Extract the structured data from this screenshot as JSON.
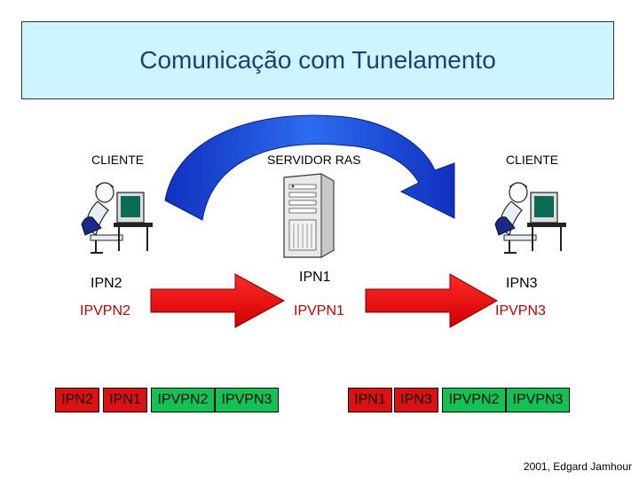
{
  "title": "Comunicação com Tunelamento",
  "nodes": {
    "left": {
      "label": "CLIENTE",
      "ip": "IPN2",
      "vpn_ip": "IPVPN2"
    },
    "center": {
      "label": "SERVIDOR RAS",
      "ip": "IPN1",
      "vpn_ip": "IPVPN1"
    },
    "right": {
      "label": "CLIENTE",
      "ip": "IPN3",
      "vpn_ip": "IPVPN3"
    }
  },
  "packets": {
    "left": [
      "IPN2",
      "IPN1",
      "IPVPN2",
      "IPVPN3"
    ],
    "right": [
      "IPN1",
      "IPN3",
      "IPVPN2",
      "IPVPN3"
    ]
  },
  "colors": {
    "title_bg": "#ccf5ff",
    "title_text": "#1f3d7a",
    "arrow_red": "#ee0000",
    "tunnel_blue": "#1040d0",
    "header_red": "#dd1111",
    "payload_green": "#11c255"
  },
  "credit": "2001, Edgard Jamhour"
}
